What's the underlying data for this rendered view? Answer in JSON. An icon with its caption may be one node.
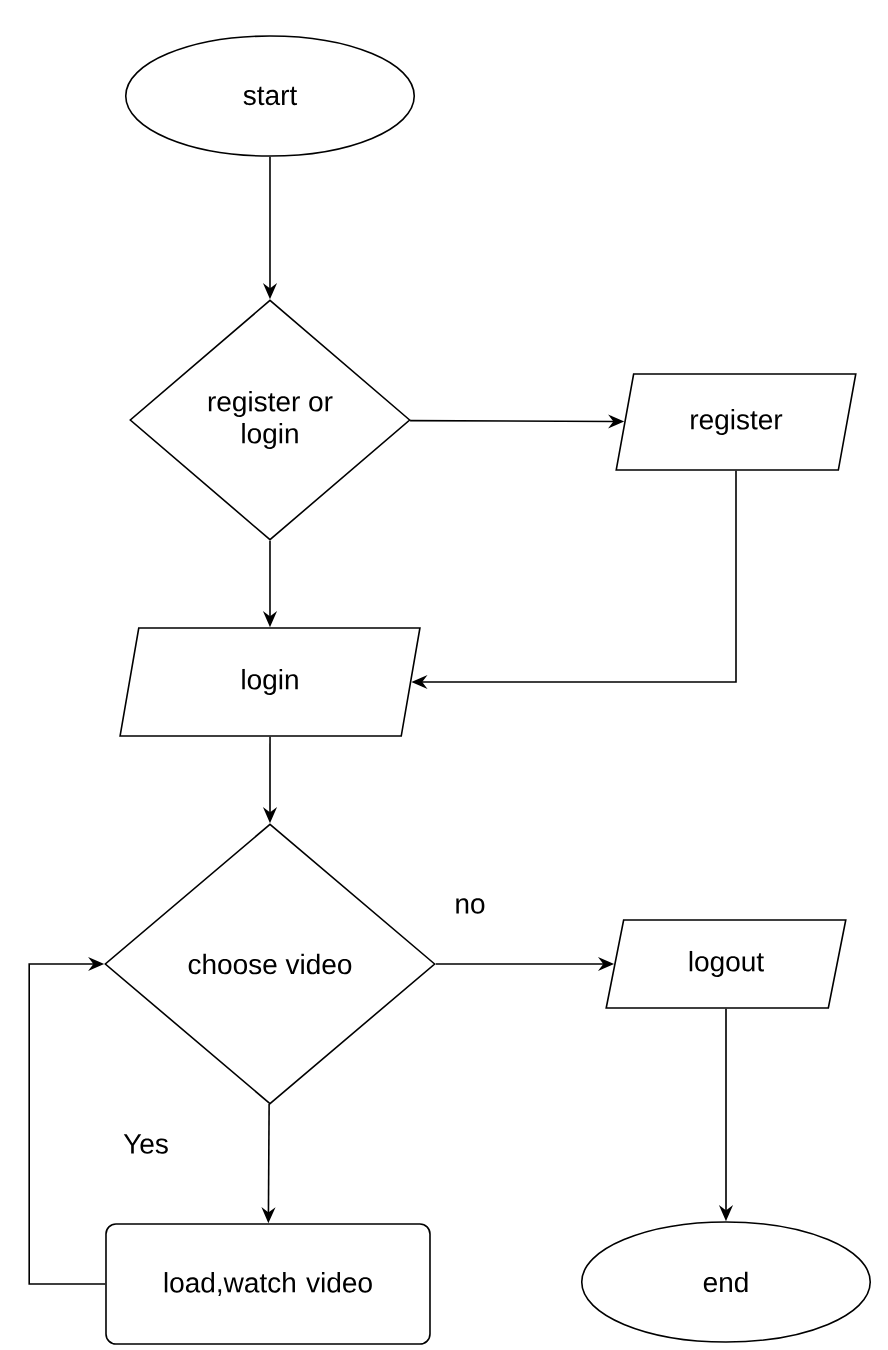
{
  "diagram": {
    "nodes": [
      {
        "text": [
          "start"
        ]
      },
      {
        "text": [
          "register or login"
        ]
      },
      {
        "text": [
          "register"
        ]
      },
      {
        "text": [
          "login"
        ]
      },
      {
        "text": [
          "choose video"
        ]
      },
      {
        "text": [
          "load,watch video"
        ]
      },
      {
        "text": [
          "logout"
        ]
      },
      {
        "text": [
          "end"
        ]
      }
    ],
    "edges": [
      {
        "from": 0,
        "to": 1,
        "arrow": "to"
      },
      {
        "from": 1,
        "to": 2,
        "arrow": "to"
      },
      {
        "from": 1,
        "to": 3,
        "arrow": "to"
      },
      {
        "from": 2,
        "to": 3,
        "arrow": "to"
      },
      {
        "from": 3,
        "to": 4,
        "arrow": "to"
      },
      {
        "from": 4,
        "to": 6,
        "arrow": "to",
        "label": "no"
      },
      {
        "from": 4,
        "to": 5,
        "arrow": "to",
        "label": "Yes"
      },
      {
        "from": 5,
        "to": 4,
        "arrow": "to"
      },
      {
        "from": 6,
        "to": 7,
        "arrow": "to"
      }
    ]
  }
}
